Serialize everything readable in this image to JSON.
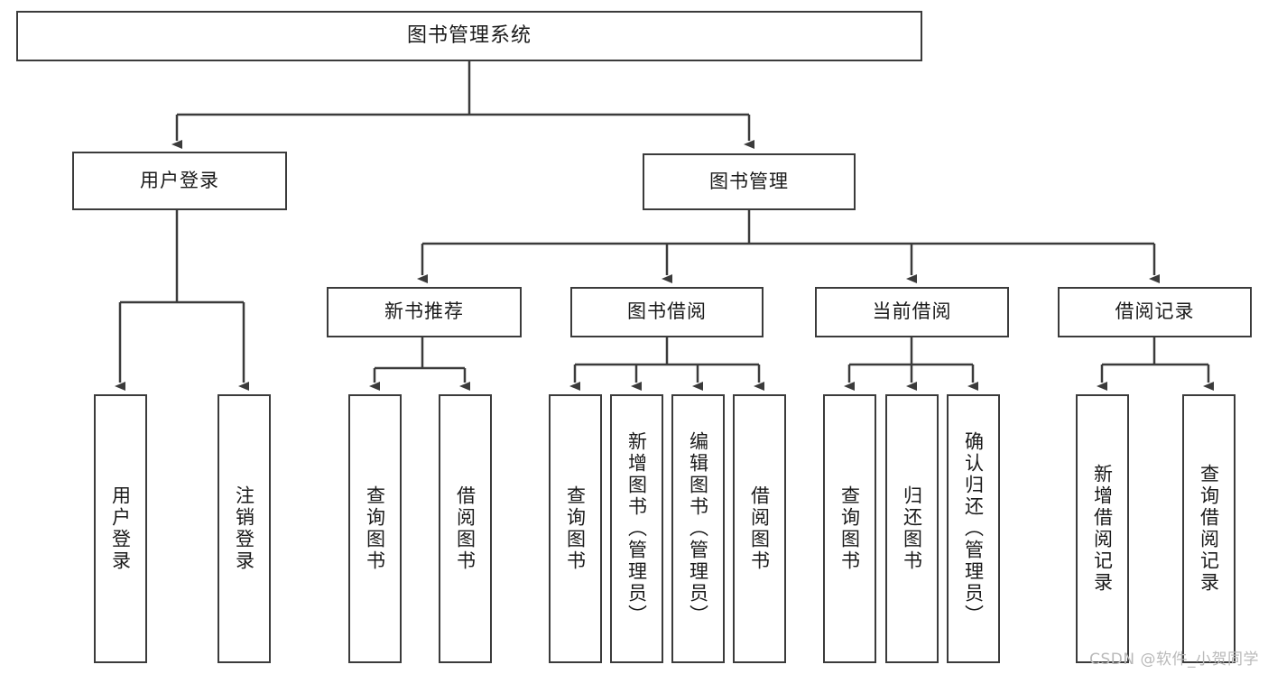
{
  "diagram": {
    "title": "图书管理系统",
    "type": "tree-hierarchy-chart",
    "colors": {
      "box_border": "#3b3b3b",
      "box_fill": "#ffffff",
      "connector": "#3b3b3b",
      "background": "#ffffff",
      "watermark": "#b9b9b9"
    },
    "root": {
      "label": "图书管理系统"
    },
    "level2": [
      {
        "label": "用户登录"
      },
      {
        "label": "图书管理"
      }
    ],
    "level3": [
      {
        "label": "新书推荐"
      },
      {
        "label": "图书借阅"
      },
      {
        "label": "当前借阅"
      },
      {
        "label": "借阅记录"
      }
    ],
    "leaves": {
      "user_login": [
        {
          "label": "用户登录"
        },
        {
          "label": "注销登录"
        }
      ],
      "new_book_recommend": [
        {
          "label": "查询图书"
        },
        {
          "label": "借阅图书"
        }
      ],
      "book_borrow": [
        {
          "label": "查询图书"
        },
        {
          "label": "新增图书（管理员）"
        },
        {
          "label": "编辑图书（管理员）"
        },
        {
          "label": "借阅图书"
        }
      ],
      "current_borrow": [
        {
          "label": "查询图书"
        },
        {
          "label": "归还图书"
        },
        {
          "label": "确认归还（管理员）"
        }
      ],
      "borrow_records": [
        {
          "label": "新增借阅记录"
        },
        {
          "label": "查询借阅记录"
        }
      ]
    }
  },
  "watermark": {
    "text": "CSDN @软件_小贺同学"
  }
}
